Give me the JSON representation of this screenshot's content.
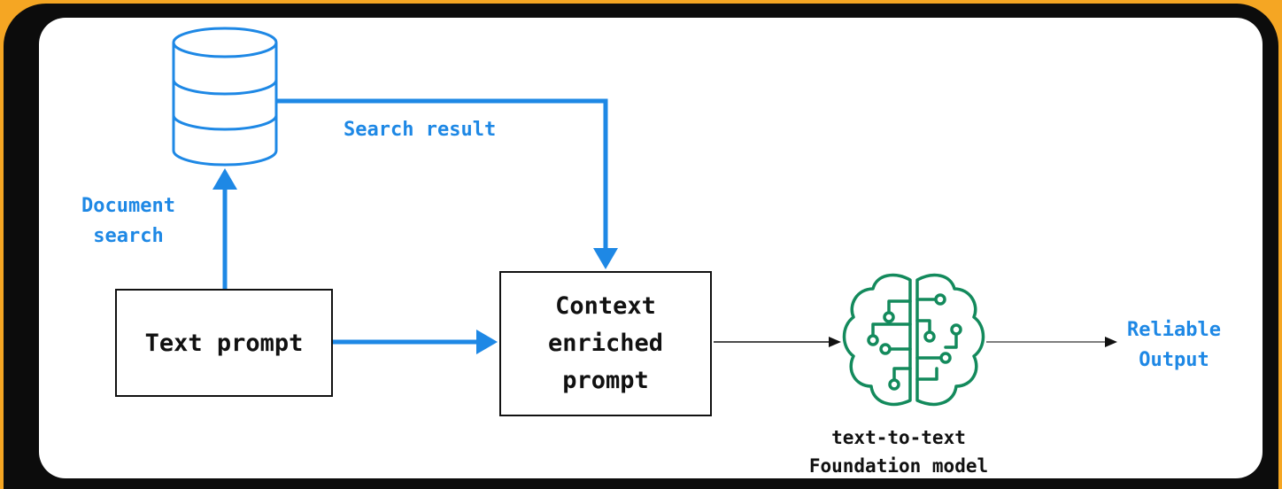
{
  "nodes": {
    "text_prompt": "Text prompt",
    "context_prompt": "Context\nenriched\nprompt",
    "model_label": "text-to-text\nFoundation model",
    "database_icon": "database-icon",
    "brain_icon": "brain-circuit-icon"
  },
  "edges": {
    "document_search": "Document\nsearch",
    "search_result": "Search result",
    "reliable_output": "Reliable\nOutput"
  },
  "colors": {
    "accent": "#1e88e5",
    "model_green": "#138a5c",
    "frame_outer": "#f5a623",
    "frame_inner": "#0c0c0c"
  }
}
